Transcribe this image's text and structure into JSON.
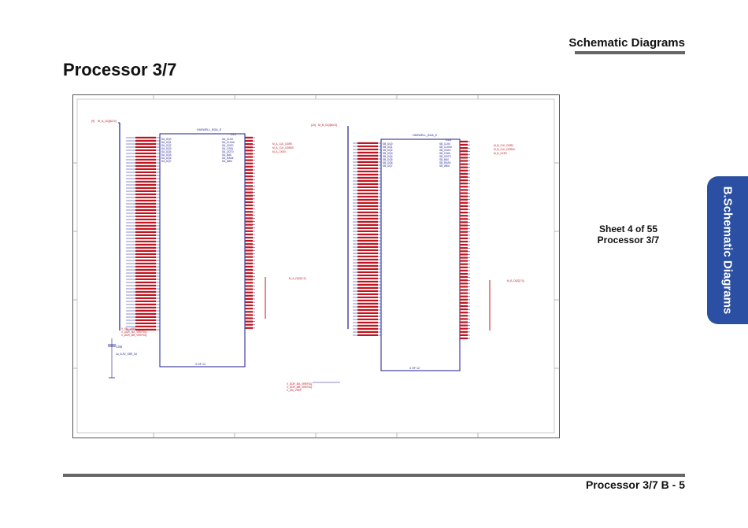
{
  "header": {
    "section_title": "Schematic  Diagrams"
  },
  "page": {
    "title": "Processor 3/7"
  },
  "side_tab": {
    "label": "B.Schematic Diagrams"
  },
  "sheet_caption": {
    "line1": "Sheet 4 of 55",
    "line2": "Processor 3/7"
  },
  "footer": {
    "text": "Processor 3/7  B  -  5"
  },
  "schematic": {
    "left_block": {
      "part_name": "HASWELL_BGA_E",
      "refdes": "U1C",
      "footer": "3 OF 12",
      "bus_label": "M_A_DQ[63:0]",
      "bus_ref": "[9]",
      "left_pins": [
        "SA_DQ0",
        "SA_DQ1",
        "SA_DQ2",
        "SA_DQ3",
        "SA_DQ4",
        "SA_DQ5",
        "SA_DQ6",
        "SA_DQ7"
      ],
      "right_pins": [
        "SA_CLK0",
        "SA_CLK0#",
        "SA_CKE0",
        "SA_CS0#",
        "SA_ODT0",
        "SA_BA0",
        "SA_RAS#",
        "SA_WE#"
      ],
      "vref_labels": [
        "V_SM_VREF",
        "V_DDR_MA_VREFDQ",
        "V_DDR_MB_VREFDQ"
      ],
      "cap_ref": "C298",
      "cap_value": "1u_6.3V_X5R_04"
    },
    "right_block": {
      "part_name": "HASWELL_BGA_E",
      "refdes": "U1D",
      "footer": "4 OF 12",
      "bus_label": "M_B_DQ[63:0]",
      "bus_ref": "[10]",
      "left_pins": [
        "SB_DQ0",
        "SB_DQ1",
        "SB_DQ2",
        "SB_DQ3",
        "SB_DQ4",
        "SB_DQ5",
        "SB_DQ6",
        "SB_DQ7"
      ],
      "right_pins": [
        "SB_CLK0",
        "SB_CLK0#",
        "SB_CKE0",
        "SB_CS0#",
        "SB_ODT0",
        "SB_BA0",
        "SB_RAS#",
        "SB_WE#"
      ]
    },
    "net_labels": [
      "M_A_CLK_DDR0",
      "M_A_CLK_DDR#0",
      "M_A_CKE0",
      "M_B_CLK_DDR0",
      "M_B_CLK_DDR#0",
      "M_B_CKE0",
      "M_A_DQS[7:0]",
      "M_B_DQS[7:0]"
    ],
    "bottom_labels": [
      "V_DDR_MA_VREFDQ",
      "V_DDR_MB_VREFDQ",
      "V_SM_VREF"
    ]
  }
}
